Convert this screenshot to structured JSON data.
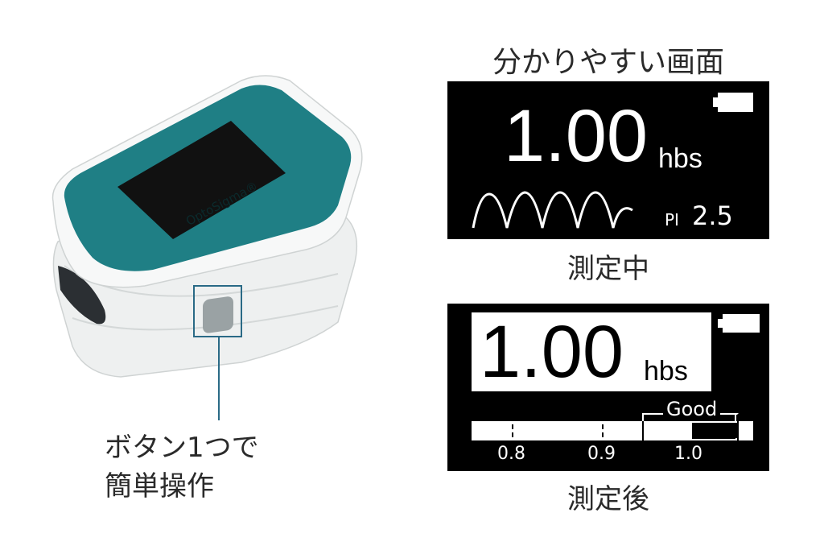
{
  "title": "分かりやすい画面",
  "device": {
    "brand": "OptoSigma®",
    "caption_line1": "ボタン1つで",
    "caption_line2": "簡単操作"
  },
  "measuring_screen": {
    "value": "1.00",
    "unit": "hbs",
    "pi_label": "PI",
    "pi_value": "2.5",
    "caption": "測定中",
    "battery_icon": "battery-full-icon"
  },
  "result_screen": {
    "value": "1.00",
    "unit": "hbs",
    "range_label": "Good",
    "scale_ticks": [
      "0.8",
      "0.9",
      "1.0"
    ],
    "caption": "測定後",
    "battery_icon": "battery-full-icon"
  },
  "colors": {
    "teal": "#1f7f85",
    "leader_line": "#2a6a86",
    "screen_bg": "#000000"
  }
}
